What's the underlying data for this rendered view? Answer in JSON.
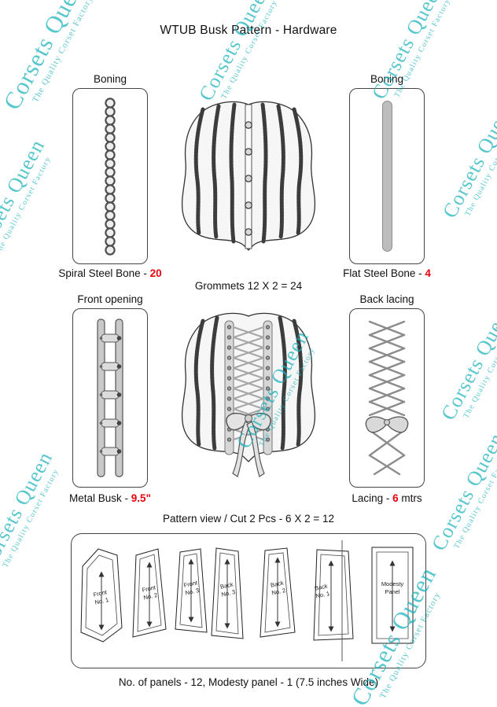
{
  "page": {
    "title": "WTUB Busk Pattern - Hardware"
  },
  "accent_red": "#e8000b",
  "watermark": {
    "brand": "Corsets Queen",
    "tagline": "The Quality Corset Factory",
    "color": "#18b2ba"
  },
  "boning_left": {
    "label": "Boning",
    "caption": "Spiral Steel Bone - ",
    "value": "20"
  },
  "boning_right": {
    "label": "Boning",
    "caption": "Flat Steel Bone - ",
    "value": "4"
  },
  "grommets": {
    "caption": "Grommets 12 X 2 = 24"
  },
  "busk": {
    "label": "Front opening",
    "caption": "Metal Busk - ",
    "value": "9.5\""
  },
  "lacing": {
    "label": "Back lacing",
    "caption": "Lacing  - ",
    "value": "6",
    "suffix": " mtrs"
  },
  "pattern": {
    "title": "Pattern view / Cut 2 Pcs - 6 X 2 = 12",
    "pieces": [
      {
        "l1": "Front",
        "l2": "No. 1"
      },
      {
        "l1": "Front",
        "l2": "No. 2"
      },
      {
        "l1": "Front",
        "l2": "No. 3"
      },
      {
        "l1": "Back",
        "l2": "No. 3"
      },
      {
        "l1": "Back",
        "l2": "No. 2"
      },
      {
        "l1": "Back",
        "l2": "No. 1"
      },
      {
        "l1": "Modesty",
        "l2": "Panel"
      }
    ],
    "footer": "No. of panels - 12, Modesty panel - 1 (7.5 inches Wide)"
  }
}
